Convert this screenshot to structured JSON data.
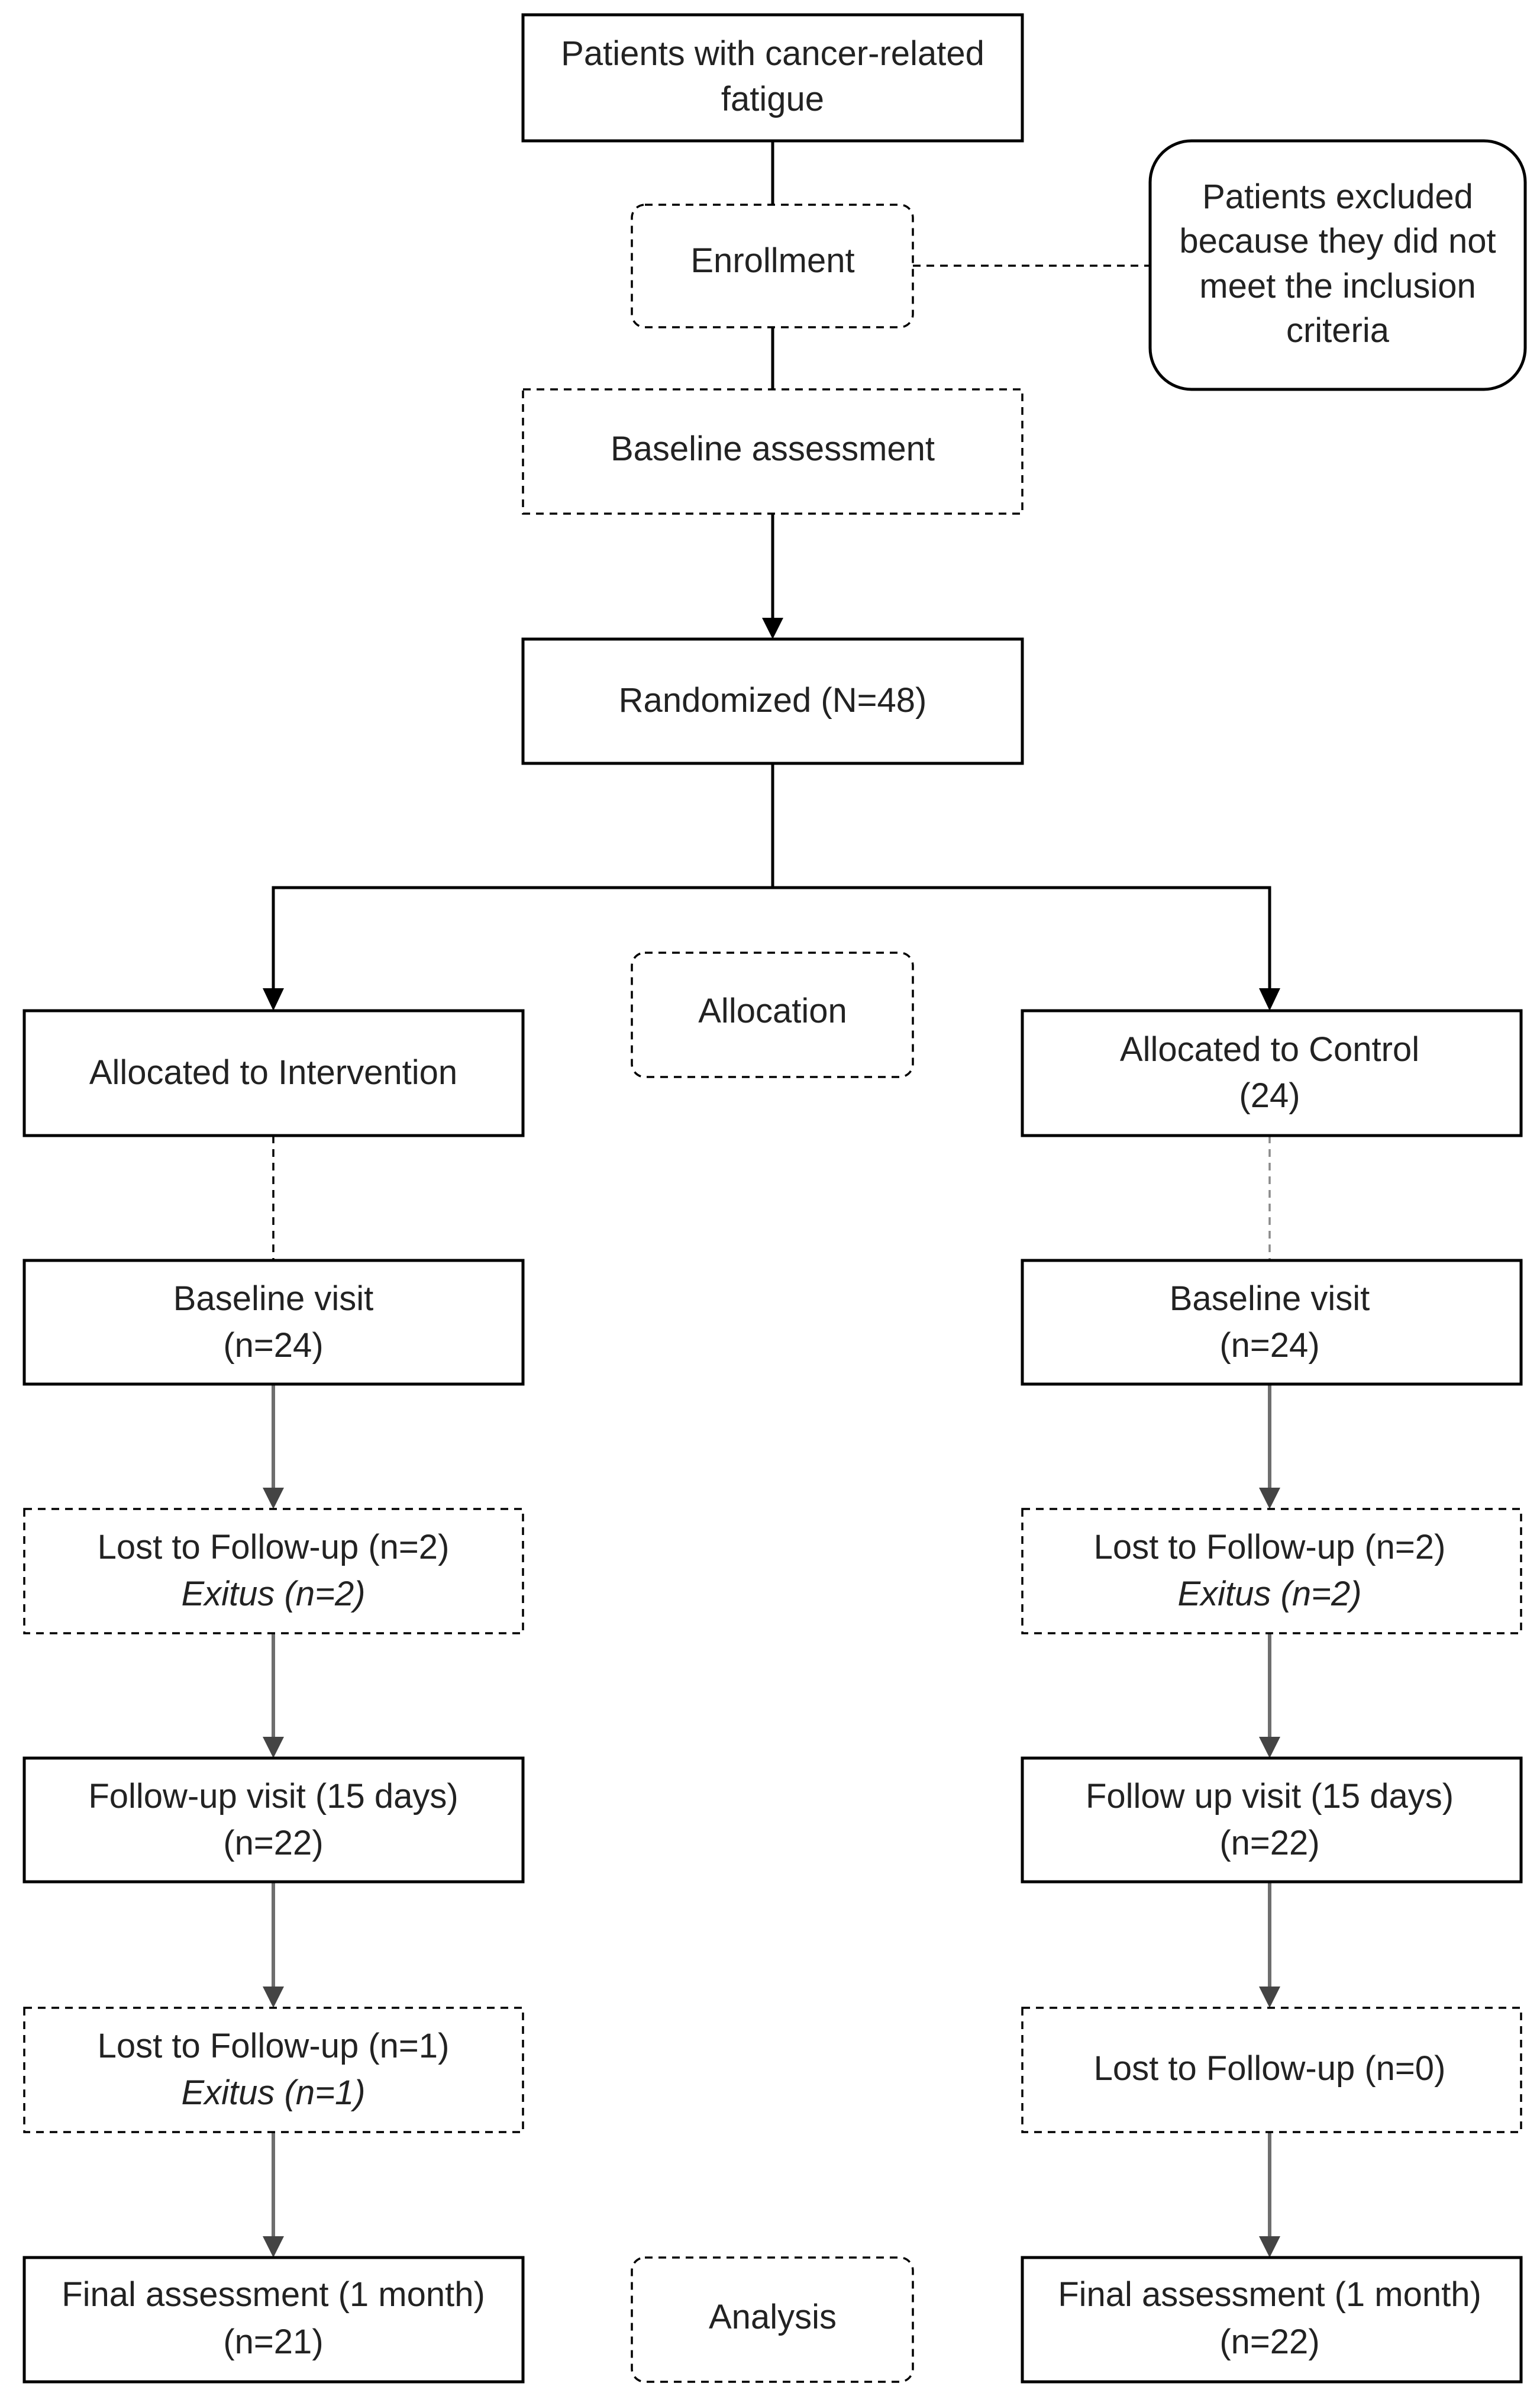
{
  "top": {
    "patients": {
      "line1": "Patients with cancer-related",
      "line2": "fatigue"
    },
    "enrollment": "Enrollment",
    "excluded": {
      "line1": "Patients excluded",
      "line2": "because they did not",
      "line3": "meet the inclusion",
      "line4": "criteria"
    },
    "baseline_assessment": "Baseline assessment",
    "randomized": "Randomized (N=48)",
    "allocation": "Allocation",
    "analysis": "Analysis"
  },
  "intervention": {
    "allocated": "Allocated to Intervention",
    "baseline_visit": {
      "line1": "Baseline visit",
      "line2": "(n=24)"
    },
    "lost1": {
      "line1": "Lost to Follow-up (n=2)",
      "line2": "Exitus (n=2)"
    },
    "followup": {
      "line1": "Follow-up visit (15 days)",
      "line2": "(n=22)"
    },
    "lost2": {
      "line1": "Lost to Follow-up (n=1)",
      "line2": "Exitus (n=1)"
    },
    "final": {
      "line1": "Final assessment (1 month)",
      "line2": "(n=21)"
    }
  },
  "control": {
    "allocated": {
      "line1": "Allocated to Control",
      "line2": "(24)"
    },
    "baseline_visit": {
      "line1": "Baseline visit",
      "line2": "(n=24)"
    },
    "lost1": {
      "line1": "Lost to Follow-up (n=2)",
      "line2": "Exitus (n=2)"
    },
    "followup": {
      "line1": "Follow up visit (15 days)",
      "line2": "(n=22)"
    },
    "lost2": "Lost to Follow-up (n=0)",
    "final": {
      "line1": "Final assessment (1 month)",
      "line2": "(n=22)"
    }
  }
}
